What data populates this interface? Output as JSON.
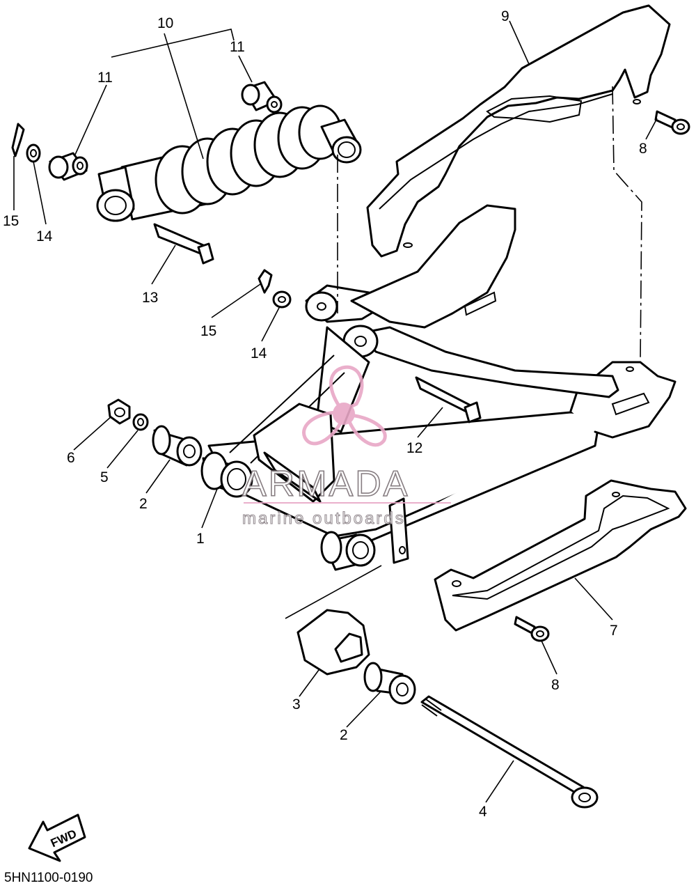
{
  "diagram_code": "5HN1100-0190",
  "watermark": {
    "brand": "ARMADA",
    "tagline": "marine outboards",
    "accent_color": "#e8a7c6"
  },
  "fwd_arrow": {
    "label": "FWD"
  },
  "callouts": [
    {
      "id": "c10",
      "label": "10"
    },
    {
      "id": "c9",
      "label": "9"
    },
    {
      "id": "c11a",
      "label": "11"
    },
    {
      "id": "c11b",
      "label": "11"
    },
    {
      "id": "c8a",
      "label": "8"
    },
    {
      "id": "c15a",
      "label": "15"
    },
    {
      "id": "c14a",
      "label": "14"
    },
    {
      "id": "c13",
      "label": "13"
    },
    {
      "id": "c15b",
      "label": "15"
    },
    {
      "id": "c14b",
      "label": "14"
    },
    {
      "id": "c12",
      "label": "12"
    },
    {
      "id": "c6",
      "label": "6"
    },
    {
      "id": "c5",
      "label": "5"
    },
    {
      "id": "c2a",
      "label": "2"
    },
    {
      "id": "c1",
      "label": "1"
    },
    {
      "id": "c7",
      "label": "7"
    },
    {
      "id": "c8b",
      "label": "8"
    },
    {
      "id": "c3",
      "label": "3"
    },
    {
      "id": "c2b",
      "label": "2"
    },
    {
      "id": "c4",
      "label": "4"
    }
  ]
}
